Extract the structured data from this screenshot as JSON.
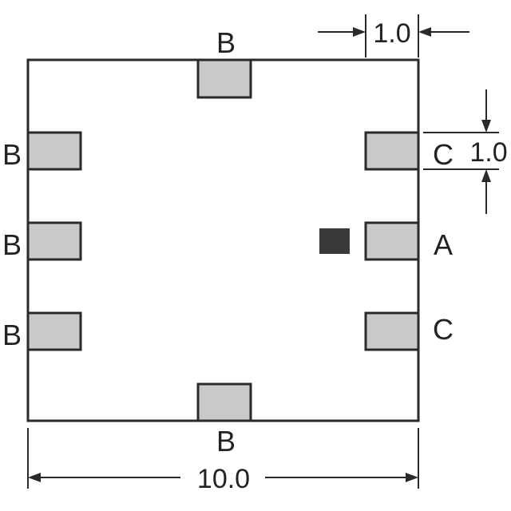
{
  "pad_labels": {
    "top": "B",
    "bottom": "B",
    "left_1": "B",
    "left_2": "B",
    "left_3": "B",
    "right_1": "C",
    "right_2": "A",
    "right_3": "C"
  },
  "dimensions": {
    "width": "10.0",
    "pad_width": "1.0",
    "pad_height": "1.0"
  },
  "colors": {
    "pad_fill": "#c9c9cc",
    "outline": "#2a2a2a",
    "marker": "#3a3a3a"
  }
}
